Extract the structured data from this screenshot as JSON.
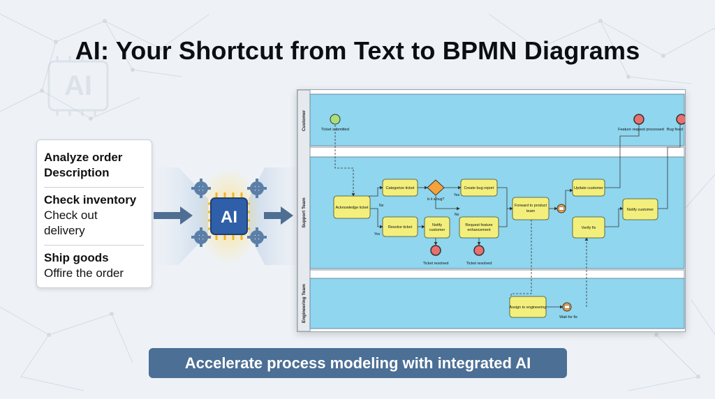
{
  "title": "AI: Your Shortcut from Text to BPMN Diagrams",
  "text_card": {
    "lines": [
      {
        "text": "Analyze order",
        "strong": true
      },
      {
        "text": "Description",
        "strong": true
      },
      {
        "text": "Check inventory",
        "strong": true
      },
      {
        "text": "Check out",
        "strong": false
      },
      {
        "text": "delivery",
        "strong": false
      },
      {
        "text": "Ship goods",
        "strong": true
      },
      {
        "text": "Offire the order",
        "strong": false
      }
    ]
  },
  "ai_chip": {
    "label": "AI",
    "icon": "ai-chip-icon"
  },
  "watermark_chip_label": "AI",
  "banner": "Accelerate process modeling with integrated AI",
  "diagram": {
    "lanes": [
      "Customer",
      "Support Team",
      "Engineering Team"
    ],
    "tasks": {
      "acknowledge": "Acknowledge ticket",
      "categorize": "Categorize ticket",
      "create_bug": "Create bug report",
      "resolve": "Resolve ticket",
      "notify_customer_1": [
        "Notify",
        "customer"
      ],
      "request_feature": [
        "Request feature",
        "enhancement"
      ],
      "forward_product": [
        "Forward to product",
        "team"
      ],
      "update_customer": "Update customer",
      "verify_fix": "Verify fix",
      "notify_customer_2": "Notify customer",
      "assign_engineering": "Assign to engineering"
    },
    "gateway": "Is it a bug?",
    "events": {
      "start": "Ticket submitted",
      "feature_processed": "Feature request processed",
      "bug_fixed": "Bug fixed",
      "ticket_resolved_1": "Ticket resolved",
      "ticket_resolved_2": "Ticket resolved",
      "wait_fix": "Wait for fix"
    },
    "flow_labels": {
      "no_1": "No",
      "yes_1": "Yes",
      "yes_2": "Yes",
      "no_2": "No"
    },
    "colors": {
      "lane_fill": "#8fd6ee",
      "task_fill": "#f2ef7c",
      "start_fill": "#a8e07a",
      "end_fill": "#e8706e",
      "gateway_fill": "#f5a23a",
      "banner": "#4b6f95",
      "chip": "#2f5fa8"
    }
  }
}
